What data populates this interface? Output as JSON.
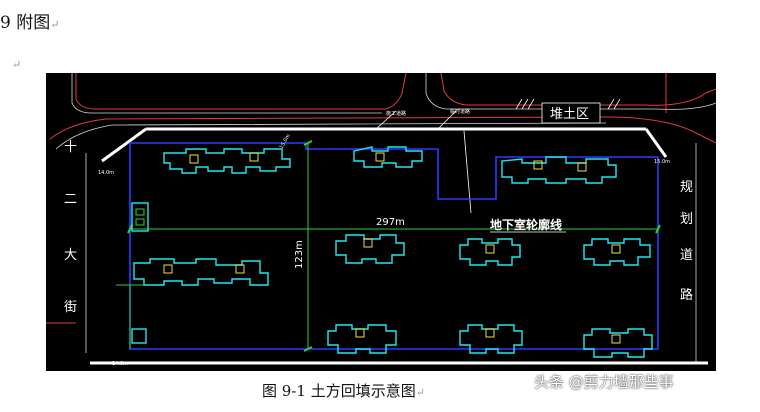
{
  "doc": {
    "heading_number": "9",
    "heading_text": "附图",
    "paragraph_mark": "↵",
    "caption": "图 9-1 土方回填示意图"
  },
  "drawing": {
    "labels": {
      "stockpile": "堆土区",
      "basement_outline": "地下室轮廓线",
      "width_dim": "297m",
      "height_dim": "123m",
      "street_left": [
        "十",
        "二",
        "大",
        "街"
      ],
      "road_right": [
        "规",
        "划",
        "道",
        "路"
      ],
      "elev_a": "14.0m",
      "elev_b": "15.0m",
      "elev_c": "15.0m",
      "elev_d": "14.0m",
      "small_top_1": "施工道路",
      "small_top_2": "临时道路"
    },
    "colors": {
      "background": "#000000",
      "building_cyan": "#20e8f0",
      "basement_blue": "#2a3cff",
      "dimension_green": "#2ed03a",
      "property_red": "#e23a3a",
      "road_white": "#ffffff",
      "accent_yellow": "#f0e040"
    }
  },
  "watermark": {
    "text": "头条 @剪力墙那些事",
    "icon": "wechat-bubble-icon"
  }
}
